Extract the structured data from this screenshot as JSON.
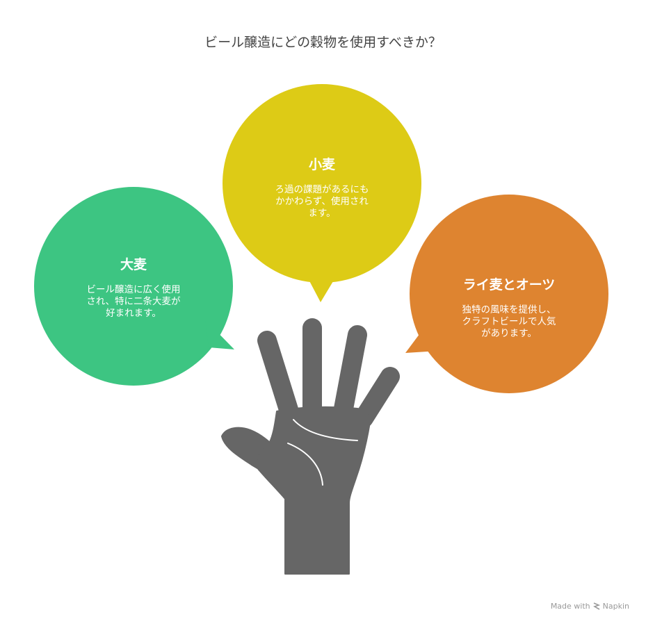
{
  "title": "ビール醸造にどの穀物を使用すべきか？",
  "options": [
    {
      "heading": "大麦",
      "description": "ビール醸造に広く使用\nされ、特に二条大麦が\n好まれます。",
      "color": "#3dc582"
    },
    {
      "heading": "小麦",
      "description": "ろ過の課題があるにも\nかかわらず、使用され\nます。",
      "color": "#ddcb16"
    },
    {
      "heading": "ライ麦とオーツ",
      "description": "独特の風味を提供し、\nクラフトビールで人気\nがあります。",
      "color": "#de8430"
    }
  ],
  "hand_color": "#666666",
  "footer": {
    "made_with": "Made with",
    "brand": "Napkin"
  }
}
